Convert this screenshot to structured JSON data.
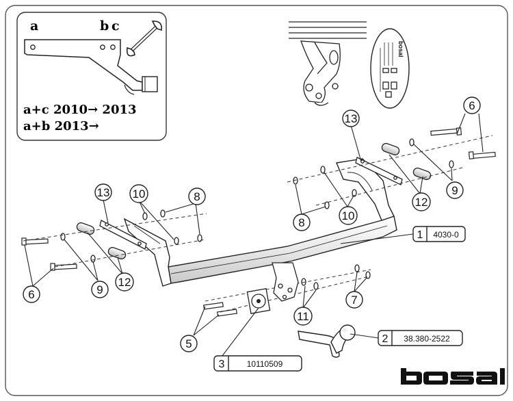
{
  "inset": {
    "labels": [
      "a",
      "b",
      "c"
    ],
    "lines": [
      "a+c 2010→ 2013",
      "a+b 2013→"
    ]
  },
  "callouts": [
    "1",
    "2",
    "3",
    "5",
    "6",
    "6",
    "7",
    "8",
    "8",
    "9",
    "9",
    "10",
    "10",
    "11",
    "12",
    "12",
    "13",
    "13"
  ],
  "part_boxes": [
    {
      "num": "1",
      "code": "4030-0"
    },
    {
      "num": "2",
      "code": "38.380-2522"
    },
    {
      "num": "3",
      "code": "10110509"
    }
  ],
  "brand": "bosal",
  "sticker_text": "bosal"
}
